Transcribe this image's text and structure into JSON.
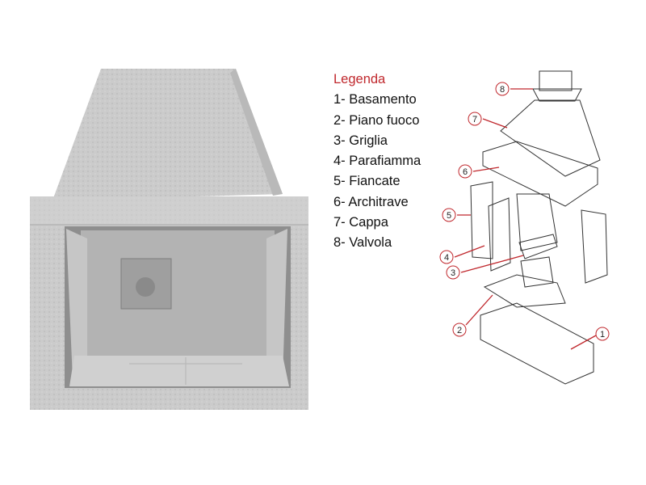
{
  "legend": {
    "title": "Legenda",
    "items": [
      "1- Basamento",
      "2- Piano fuoco",
      "3- Griglia",
      "4- Parafiamma",
      "5- Fiancate",
      "6- Architrave",
      "7- Cappa",
      "8- Valvola"
    ]
  },
  "callouts": [
    "1",
    "2",
    "3",
    "4",
    "5",
    "6",
    "7",
    "8"
  ],
  "colors": {
    "accent": "#c0282d",
    "stone": "#c9c9c9",
    "steel": "#a9a9a9"
  }
}
